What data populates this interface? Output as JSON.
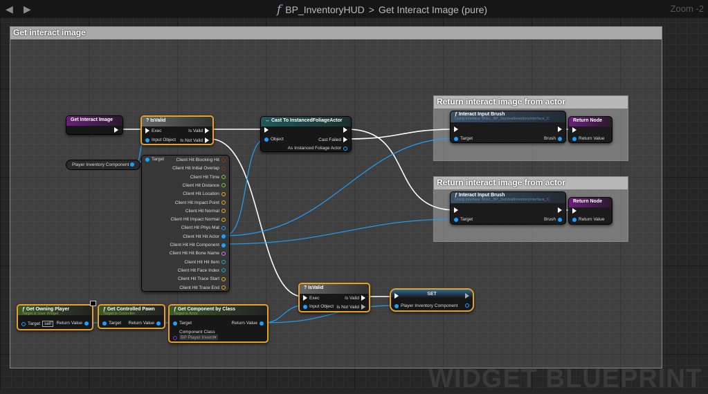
{
  "toolbar": {
    "back": "◀",
    "forward": "▶",
    "breadcrumb_blueprint": "BP_InventoryHUD",
    "breadcrumb_separator": ">",
    "breadcrumb_function": "Get Interact Image (pure)",
    "zoom": "Zoom -2",
    "function_icon": "f"
  },
  "comments": {
    "main": "Get interact image",
    "return1": "Return interact image from actor",
    "return2": "Return interact image from actor"
  },
  "nodes": {
    "entry": {
      "title": "Get Interact Image"
    },
    "isvalid1": {
      "title": "IsValid",
      "exec": "Exec",
      "input": "Input Object",
      "valid": "Is Valid",
      "not_valid": "Is Not Valid"
    },
    "var": {
      "label": "Player Inventory Component"
    },
    "break": {
      "target": "Target",
      "pins": [
        "Client Hit Blocking Hit",
        "Client Hit Initial Overlap",
        "Client Hit Time",
        "Client Hit Distance",
        "Client Hit Location",
        "Client Hit Impact Point",
        "Client Hit Normal",
        "Client Hit Impact Normal",
        "Client Hit Phys Mat",
        "Client Hit Hit Actor",
        "Client Hit Hit Component",
        "Client Hit Hit Bone Name",
        "Client Hit Hit Item",
        "Client Hit Face Index",
        "Client Hit Trace Start",
        "Client Hit Trace End"
      ],
      "colors": [
        "#8b3a1a",
        "#8b3a1a",
        "#7cd040",
        "#7cd040",
        "#f0b020",
        "#f0b020",
        "#f0b020",
        "#f0b020",
        "#1ea0ff",
        "#1ea0ff",
        "#1ea0ff",
        "#c080ff",
        "#20b0b0",
        "#20b0b0",
        "#f0b020",
        "#f0b020"
      ]
    },
    "cast": {
      "title": "Cast To InstancedFoliageActor",
      "object": "Object",
      "failed": "Cast Failed",
      "as": "As Instanced Foliage Actor"
    },
    "brush1": {
      "title": "Interact Input Brush",
      "sub": "Using Interface SKEL_BP_SurvivalInventoryInterface_C",
      "target": "Target",
      "brush": "Brush"
    },
    "ret1": {
      "title": "Return Node",
      "value": "Return Value"
    },
    "brush2": {
      "title": "Interact Input Brush",
      "sub": "Using Interface SKEL_BP_SurvivalInventoryInterface_C",
      "target": "Target",
      "brush": "Brush"
    },
    "ret2": {
      "title": "Return Node",
      "value": "Return Value"
    },
    "owning": {
      "title": "Get Owning Player",
      "sub": "Target is User Widget",
      "target": "Target",
      "self": "self",
      "ret": "Return Value"
    },
    "pawn": {
      "title": "Get Controlled Pawn",
      "sub": "Target is Controller",
      "target": "Target",
      "ret": "Return Value"
    },
    "comp": {
      "title": "Get Component by Class",
      "sub": "Target is Actor",
      "target": "Target",
      "ret": "Return Value",
      "class_label": "Component Class",
      "class_value": "BP Player Invent▾"
    },
    "isvalid2": {
      "title": "IsValid",
      "exec": "Exec",
      "input": "Input Object",
      "valid": "Is Valid",
      "not_valid": "Is Not Valid"
    },
    "set": {
      "title": "SET",
      "var": "Player Inventory Component"
    }
  },
  "watermark": "WIDGET BLUEPRINT",
  "colors": {
    "function_header": "#3a5a2a",
    "pure_header": "#3c5266",
    "cast_header": "#1f5a5a",
    "return_header": "#6a1f7a",
    "selection": "#e8a025",
    "object_pin": "#1ea0ff"
  }
}
